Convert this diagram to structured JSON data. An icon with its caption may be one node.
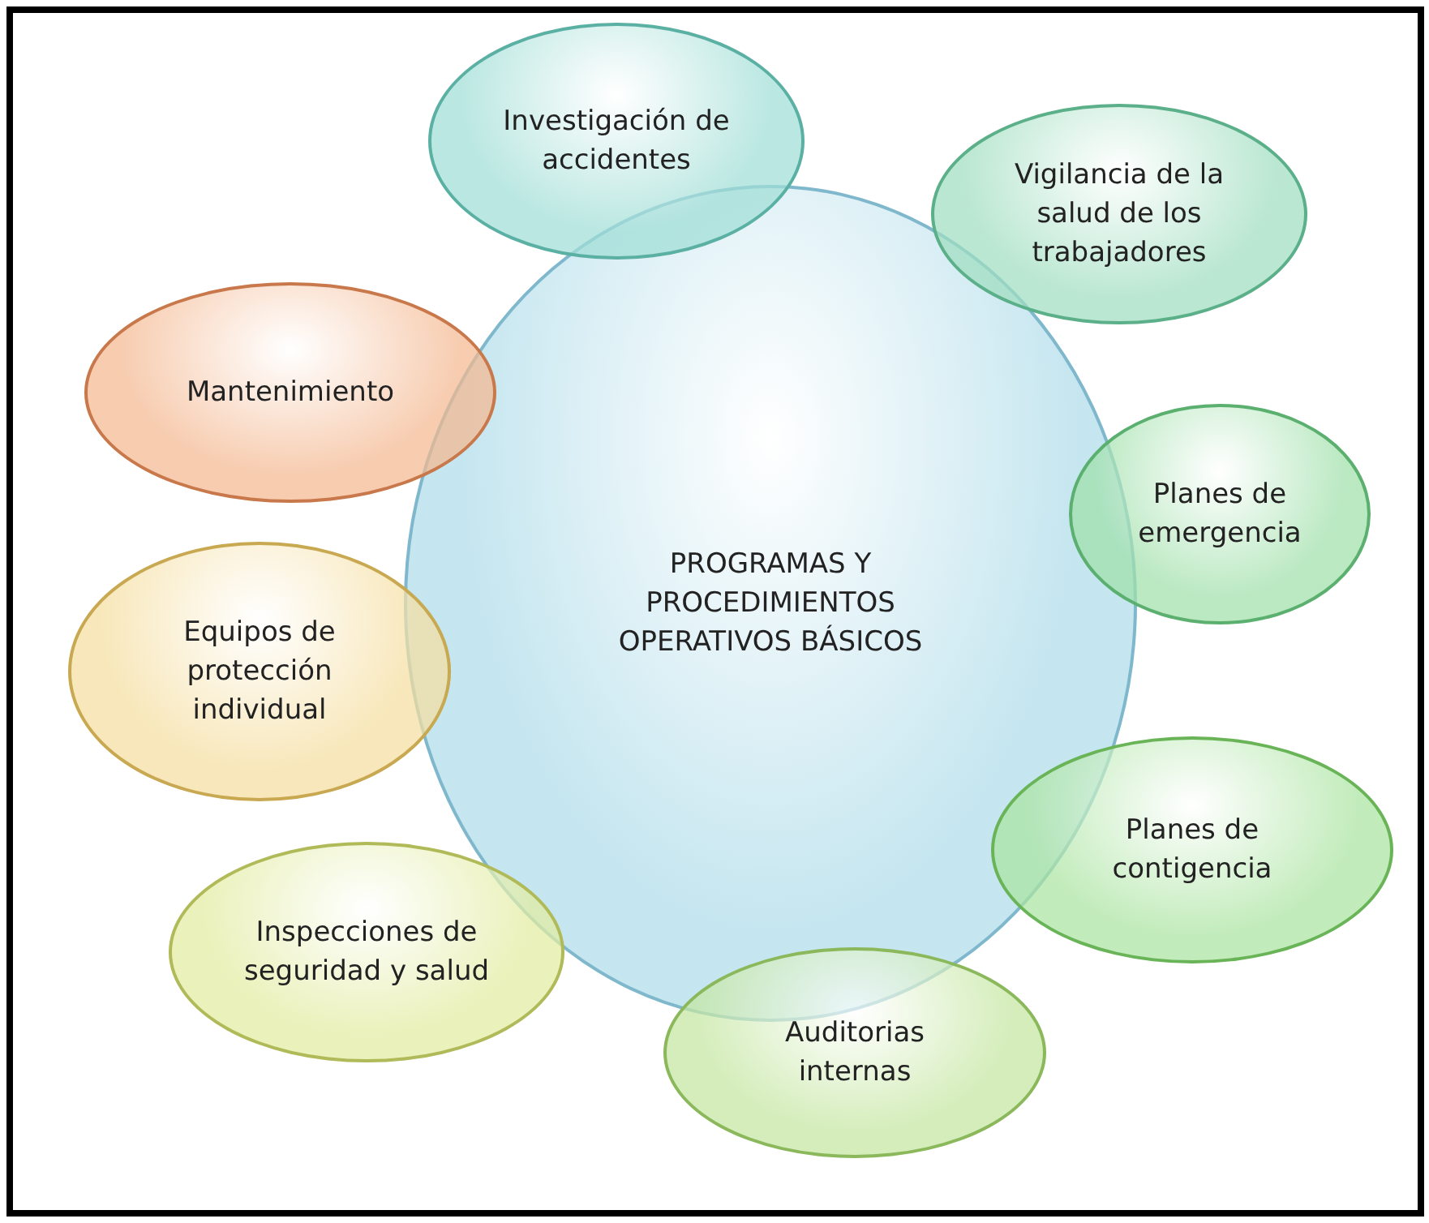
{
  "diagram": {
    "nodes": [
      {
        "text": [
          "PROGRAMAS Y PROCEDIMIENTOS OPERATIVOS BÁSICOS"
        ]
      },
      {
        "text": [
          "Investigación de accidentes"
        ]
      },
      {
        "text": [
          "Vigilancia de la salud  de los trabajadores"
        ]
      },
      {
        "text": [
          "Planes de emergencia"
        ]
      },
      {
        "text": [
          "Planes de contigencia"
        ]
      },
      {
        "text": [
          "Auditorias internas"
        ]
      },
      {
        "text": [
          "Inspecciones de seguridad y salud"
        ]
      },
      {
        "text": [
          "Equipos de protección individual"
        ]
      },
      {
        "text": [
          "Mantenimiento"
        ]
      }
    ]
  }
}
